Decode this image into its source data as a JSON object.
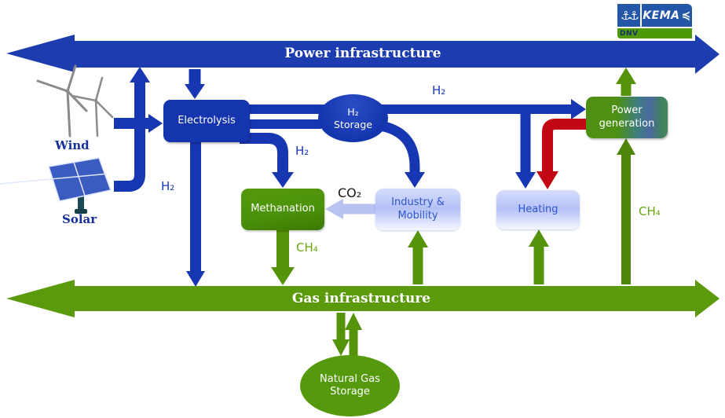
{
  "title": "Power-to-gas energy system diagram",
  "colors": {
    "infrastructure_blue": "#1d3cb0",
    "flow_blue": "#1737b2",
    "infrastructure_green": "#5b9a0c",
    "flow_green": "#55930b",
    "red": "#c30613",
    "periwinkle": "#b9c3f2",
    "box_text_blue": "#2e55cc",
    "label_green": "#6aa60e"
  },
  "logo": {
    "kema_text": "KEMA",
    "dnv_text": "DNV"
  },
  "bars": {
    "power_label": "Power infrastructure",
    "gas_label": "Gas infrastructure"
  },
  "nodes": {
    "electrolysis": "Electrolysis",
    "h2_storage_line1": "H₂",
    "h2_storage_line2": "Storage",
    "methanation": "Methanation",
    "industry_line1": "Industry &",
    "industry_line2": "Mobility",
    "heating": "Heating",
    "power_generation_line1": "Power",
    "power_generation_line2": "generation",
    "natural_gas_line1": "Natural Gas",
    "natural_gas_line2": "Storage"
  },
  "sources": {
    "wind": "Wind",
    "solar": "Solar"
  },
  "flow_labels": {
    "h2_electrolysis_to_gas": "H₂",
    "h2_electrolysis_to_methanation": "H₂",
    "h2_storage_to_power_generation": "H₂",
    "co2_industry_to_methanation": "CO₂",
    "ch4_methanation_to_gas": "CH₄",
    "ch4_gas_to_power_generation": "CH₄"
  },
  "flows": [
    {
      "from": "Wind / Solar",
      "to": "Power infrastructure",
      "carrier": "power"
    },
    {
      "from": "Wind / Solar",
      "to": "Electrolysis",
      "carrier": "power"
    },
    {
      "from": "Power infrastructure",
      "to": "Electrolysis",
      "carrier": "power"
    },
    {
      "from": "Electrolysis",
      "to": "Gas infrastructure",
      "carrier": "H₂"
    },
    {
      "from": "Electrolysis",
      "to": "H₂ Storage",
      "carrier": "H₂"
    },
    {
      "from": "Electrolysis",
      "to": "Methanation",
      "carrier": "H₂"
    },
    {
      "from": "Electrolysis",
      "to": "Power generation",
      "carrier": "H₂"
    },
    {
      "from": "H₂ Storage",
      "to": "Industry & Mobility",
      "carrier": "H₂"
    },
    {
      "from": "H₂ line",
      "to": "Heating",
      "carrier": "H₂"
    },
    {
      "from": "Industry & Mobility",
      "to": "Methanation",
      "carrier": "CO₂"
    },
    {
      "from": "Methanation",
      "to": "Gas infrastructure",
      "carrier": "CH₄"
    },
    {
      "from": "Gas infrastructure",
      "to": "Industry & Mobility",
      "carrier": "gas"
    },
    {
      "from": "Gas infrastructure",
      "to": "Heating",
      "carrier": "gas"
    },
    {
      "from": "Gas infrastructure",
      "to": "Power generation",
      "carrier": "CH₄"
    },
    {
      "from": "Power generation",
      "to": "Power infrastructure",
      "carrier": "power"
    },
    {
      "from": "Power generation",
      "to": "Heating",
      "carrier": "heat"
    },
    {
      "from": "Gas infrastructure",
      "to": "Natural Gas Storage",
      "carrier": "gas"
    },
    {
      "from": "Natural Gas Storage",
      "to": "Gas infrastructure",
      "carrier": "gas"
    }
  ]
}
